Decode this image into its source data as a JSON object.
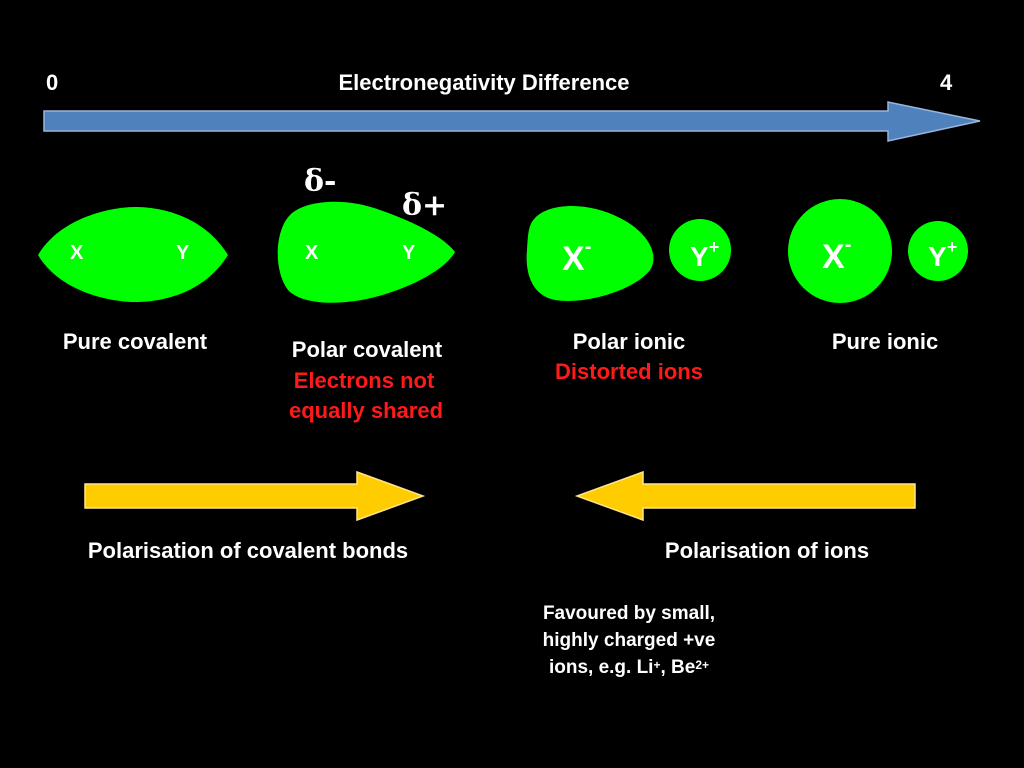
{
  "scale": {
    "min_label": "0",
    "title": "Electronegativity Difference",
    "max_label": "4"
  },
  "colors": {
    "background": "#000000",
    "scale_arrow": "#4f81bd",
    "blob": "#00ff00",
    "yellow_arrow": "#ffcc00",
    "highlight_text": "#ff1a1a"
  },
  "partial_charges": {
    "delta_minus": "δ-",
    "delta_plus": "δ+"
  },
  "species": {
    "pure_covalent": {
      "x": "X",
      "y": "Y",
      "label": "Pure covalent"
    },
    "polar_covalent": {
      "x": "X",
      "y": "Y",
      "label": "Polar covalent",
      "note_line1": "Electrons not",
      "note_line2": "equally shared"
    },
    "polar_ionic": {
      "x": "X",
      "x_charge": "-",
      "y": "Y",
      "y_charge": "+",
      "label": "Polar ionic",
      "note": "Distorted ions"
    },
    "pure_ionic": {
      "x": "X",
      "x_charge": "-",
      "y": "Y",
      "y_charge": "+",
      "label": "Pure ionic"
    }
  },
  "polarisation": {
    "covalent_label": "Polarisation of covalent bonds",
    "ions_label": "Polarisation of ions"
  },
  "footnote": {
    "line1": "Favoured by small,",
    "line2": "highly charged +ve",
    "line3_prefix": "ions, e.g. Li",
    "li_charge": "+",
    "separator": ", Be",
    "be_charge": "2+"
  }
}
